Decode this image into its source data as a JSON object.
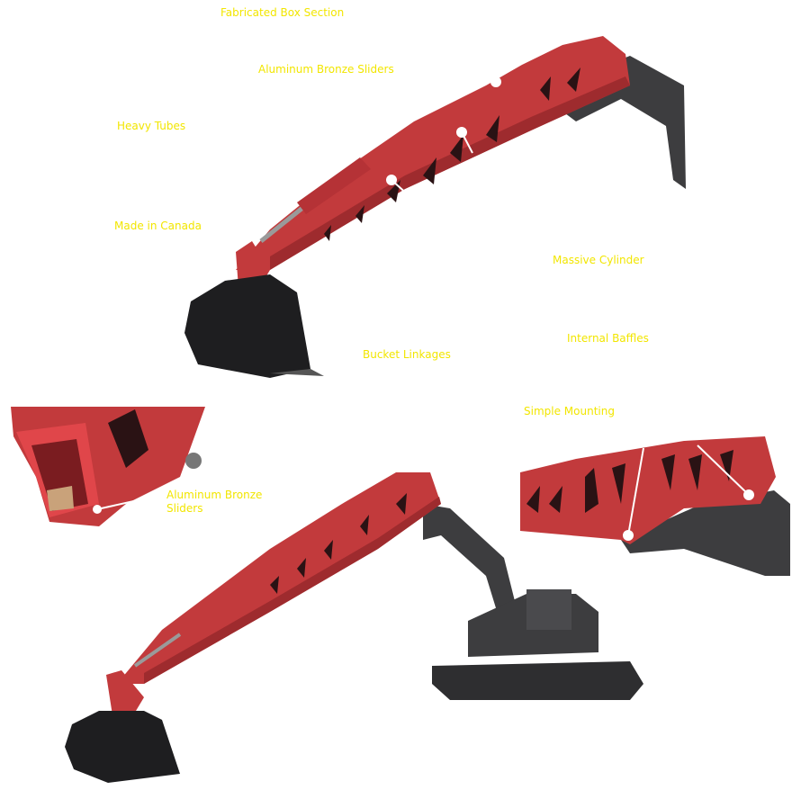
{
  "labels": {
    "fabricated_box_section": "Fabricated Box Section",
    "aluminum_bronze_sliders_top": "Aluminum Bronze Sliders",
    "heavy_tubes": "Heavy Tubes",
    "made_in_canada": "Made in Canada",
    "massive_cylinder": "Massive Cylinder",
    "internal_baffles": "Internal Baffles",
    "bucket_linkages": "Bucket Linkages",
    "simple_mounting": "Simple Mounting",
    "aluminum_bronze_sliders_inset_1": "Aluminum Bronze",
    "aluminum_bronze_sliders_inset_2": "Sliders"
  },
  "colors": {
    "label": "#f2e600",
    "boom_red": "#c23a3c",
    "boom_dark_red": "#8e2226",
    "arm_gray": "#3d3d3f",
    "bucket_black": "#1e1e20",
    "leader": "#ffffff"
  }
}
